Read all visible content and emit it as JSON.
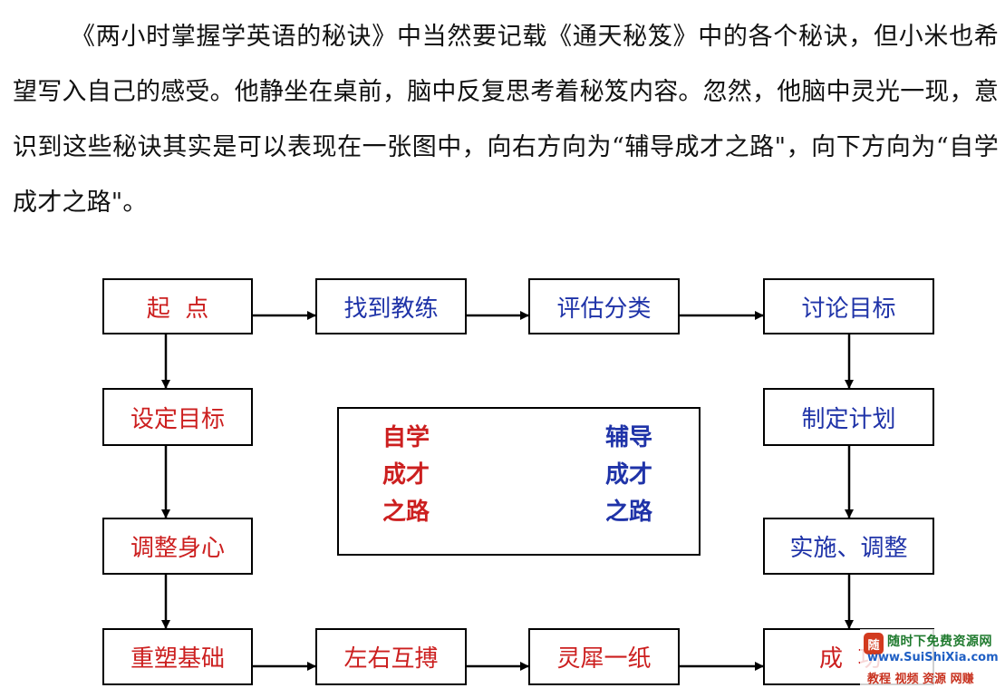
{
  "paragraph": "《两小时掌握学英语的秘诀》中当然要记载《通天秘笈》中的各个秘诀，但小米也希望写入自己的感受。他静坐在桌前，脑中反复思考着秘笈内容。忽然，他脑中灵光一现，意识到这些秘诀其实是可以表现在一张图中，向右方向为“辅导成才之路\"，向下方向为“自学成才之路\"。",
  "diagram": {
    "top_row": [
      "起  点",
      "找到教练",
      "评估分类",
      "讨论目标"
    ],
    "left_column": [
      "设定目标",
      "调整身心"
    ],
    "right_column": [
      "制定计划",
      "实施、调整"
    ],
    "bottom_row": [
      "重塑基础",
      "左右互搏",
      "灵犀一纸",
      "成  功"
    ],
    "legend": {
      "self_study": [
        "自学",
        "成才",
        "之路"
      ],
      "coaching": [
        "辅导",
        "成才",
        "之路"
      ]
    }
  },
  "colors": {
    "self_study": "#cc1f1f",
    "coaching": "#1f33a8"
  },
  "watermark": {
    "badge": "随",
    "line1": "随时下免费资源网",
    "line2": "www.SuiShiXia.com",
    "line3": "教程 视频 资源 网赚"
  }
}
